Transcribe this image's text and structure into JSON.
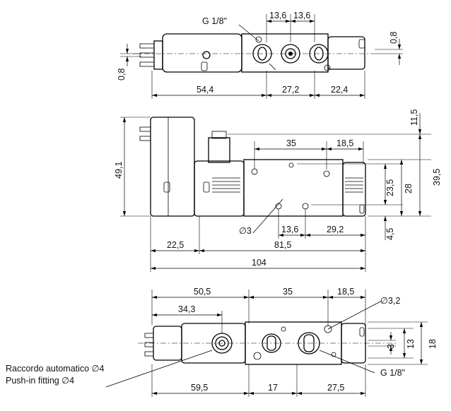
{
  "top_view": {
    "port_label": "G 1/8\"",
    "dims": {
      "pitch_a": "13,6",
      "pitch_b": "13,6",
      "offset_right": "0,8",
      "offset_left": "0,8",
      "len_solenoid": "54,4",
      "len_mid": "27,2",
      "len_end": "22,4"
    }
  },
  "side_view": {
    "dims": {
      "top_gap": "11,5",
      "upper_span": "35",
      "upper_right": "18,5",
      "height_total_left": "49,1",
      "h_23_5": "23,5",
      "h_28": "28",
      "h_39_5": "39,5",
      "hole_dia": "∅3",
      "lower_pitch": "13,6",
      "lower_right": "29,2",
      "h_4_5": "4,5",
      "len_22_5": "22,5",
      "len_81_5": "81,5",
      "len_104": "104"
    }
  },
  "bottom_view": {
    "dims": {
      "len_50_5": "50,5",
      "len_35": "35",
      "len_18_5": "18,5",
      "len_34_3": "34,3",
      "hole_dia": "∅3,2",
      "w_3": "3",
      "w_13": "13",
      "w_18": "18",
      "len_59_5": "59,5",
      "len_17": "17",
      "len_27_5": "27,5"
    },
    "port_label": "G 1/8\"",
    "fitting_label_it": "Raccordo automatico ∅4",
    "fitting_label_en": "Push-in fitting ∅4"
  }
}
